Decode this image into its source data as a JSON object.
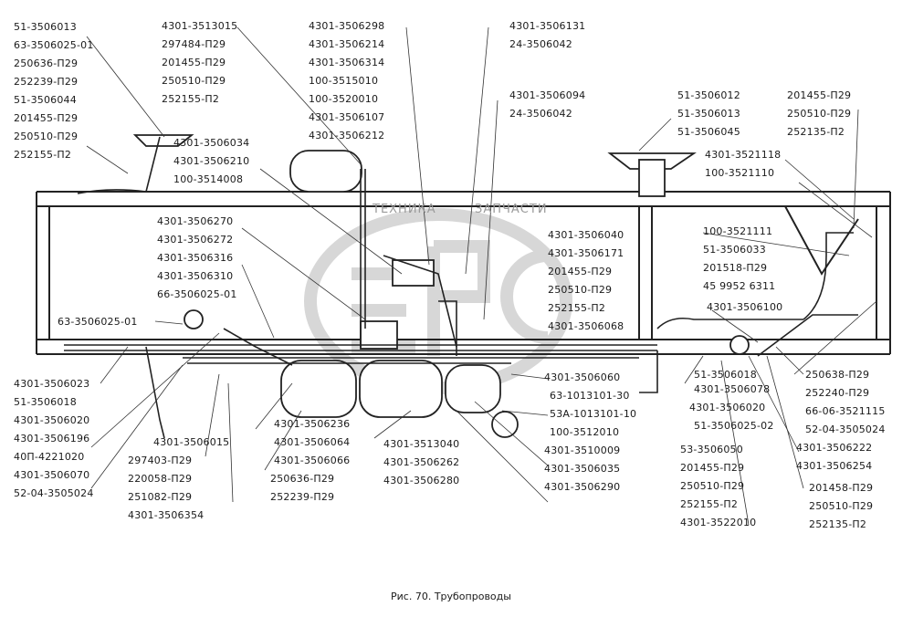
{
  "figure": {
    "caption": "Рис. 70. Трубопроводы",
    "watermark": {
      "brand_left": "ТЕХНИКА",
      "brand_right": "ЗАПЧАСТИ",
      "emblem_letters": "ЭПС"
    }
  },
  "labels": {
    "left_top": [
      "51-3506013",
      "63-3506025-01",
      "250636-П29",
      "252239-П29",
      "51-3506044",
      "201455-П29",
      "250510-П29",
      "252155-П2"
    ],
    "top_mid": [
      "4301-3513015",
      "297484-П29",
      "201455-П29",
      "250510-П29",
      "252155-П2"
    ],
    "top_center": [
      "4301-3506298",
      "4301-3506214",
      "4301-3506314",
      "100-3515010",
      "100-3520010",
      "4301-3506107",
      "4301-3506212"
    ],
    "top_center2": [
      "4301-3506131",
      "24-3506042"
    ],
    "top_center3": [
      "4301-3506094",
      "24-3506042"
    ],
    "mid_left_upper": [
      "4301-3506034",
      "4301-3506210",
      "100-3514008"
    ],
    "mid_left": [
      "4301-3506270",
      "4301-3506272",
      "4301-3506316",
      "4301-3506310",
      "66-3506025-01"
    ],
    "mid_left_single": "63-3506025-01",
    "top_right1": [
      "51-3506012",
      "51-3506013",
      "51-3506045"
    ],
    "top_right2": [
      "201455-П29",
      "250510-П29",
      "252135-П2"
    ],
    "right_upper": [
      "4301-3521118",
      "100-3521110"
    ],
    "right_mid": [
      "100-3521111",
      "51-3506033",
      "201518-П29",
      "45 9952 6311"
    ],
    "right_single": "4301-3506100",
    "center_right": [
      "4301-3506040",
      "4301-3506171",
      "201455-П29",
      "250510-П29",
      "252155-П2",
      "4301-3506068"
    ],
    "center_bottom_right": [
      "4301-3506060",
      "63-1013101-30",
      "53А-1013101-10",
      "100-3512010",
      "4301-3510009",
      "4301-3506035",
      "4301-3506290"
    ],
    "right_bottom_a": [
      "51-3506018",
      "4301-3506078",
      "4301-3506020",
      "51-3506025-02"
    ],
    "right_bottom_b": [
      "53-3506050",
      "201455-П29",
      "250510-П29",
      "252155-П2",
      "4301-3522010"
    ],
    "right_bottom_c": [
      "250638-П29",
      "252240-П29",
      "66-06-3521115",
      "52-04-3505024",
      "4301-3506222",
      "4301-3506254"
    ],
    "right_bottom_d": [
      "201458-П29",
      "250510-П29",
      "252135-П2"
    ],
    "left_bottom": [
      "4301-3506023",
      "51-3506018",
      "4301-3506020",
      "4301-3506196",
      "40П-4221020",
      "4301-3506070",
      "52-04-3505024"
    ],
    "bottom_mid1": [
      "4301-3506015",
      "297403-П29",
      "220058-П29",
      "251082-П29",
      "4301-3506354"
    ],
    "bottom_mid2": [
      "4301-3506236",
      "4301-3506064",
      "4301-3506066",
      "250636-П29",
      "252239-П29"
    ],
    "bottom_mid3": [
      "4301-3513040",
      "4301-3506262",
      "4301-3506280"
    ]
  }
}
